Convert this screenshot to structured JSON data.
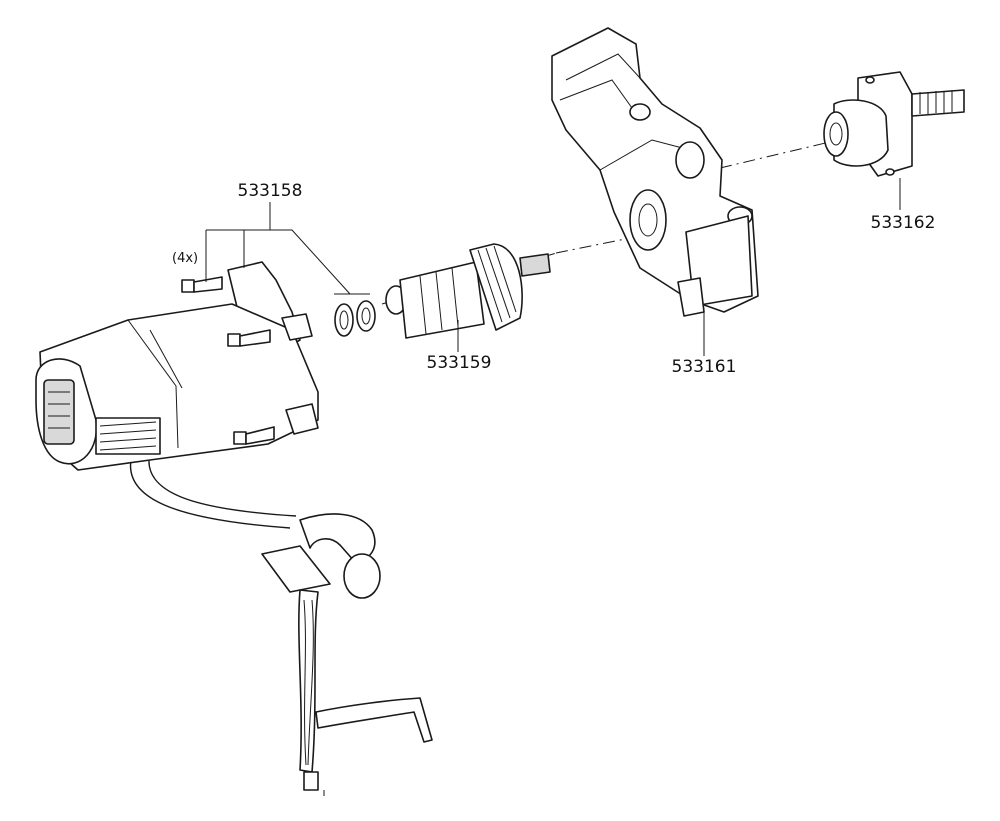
{
  "callouts": {
    "p533158": "533158",
    "p533159": "533159",
    "p533161": "533161",
    "p533162": "533162",
    "qty_screws": "(4x)"
  }
}
